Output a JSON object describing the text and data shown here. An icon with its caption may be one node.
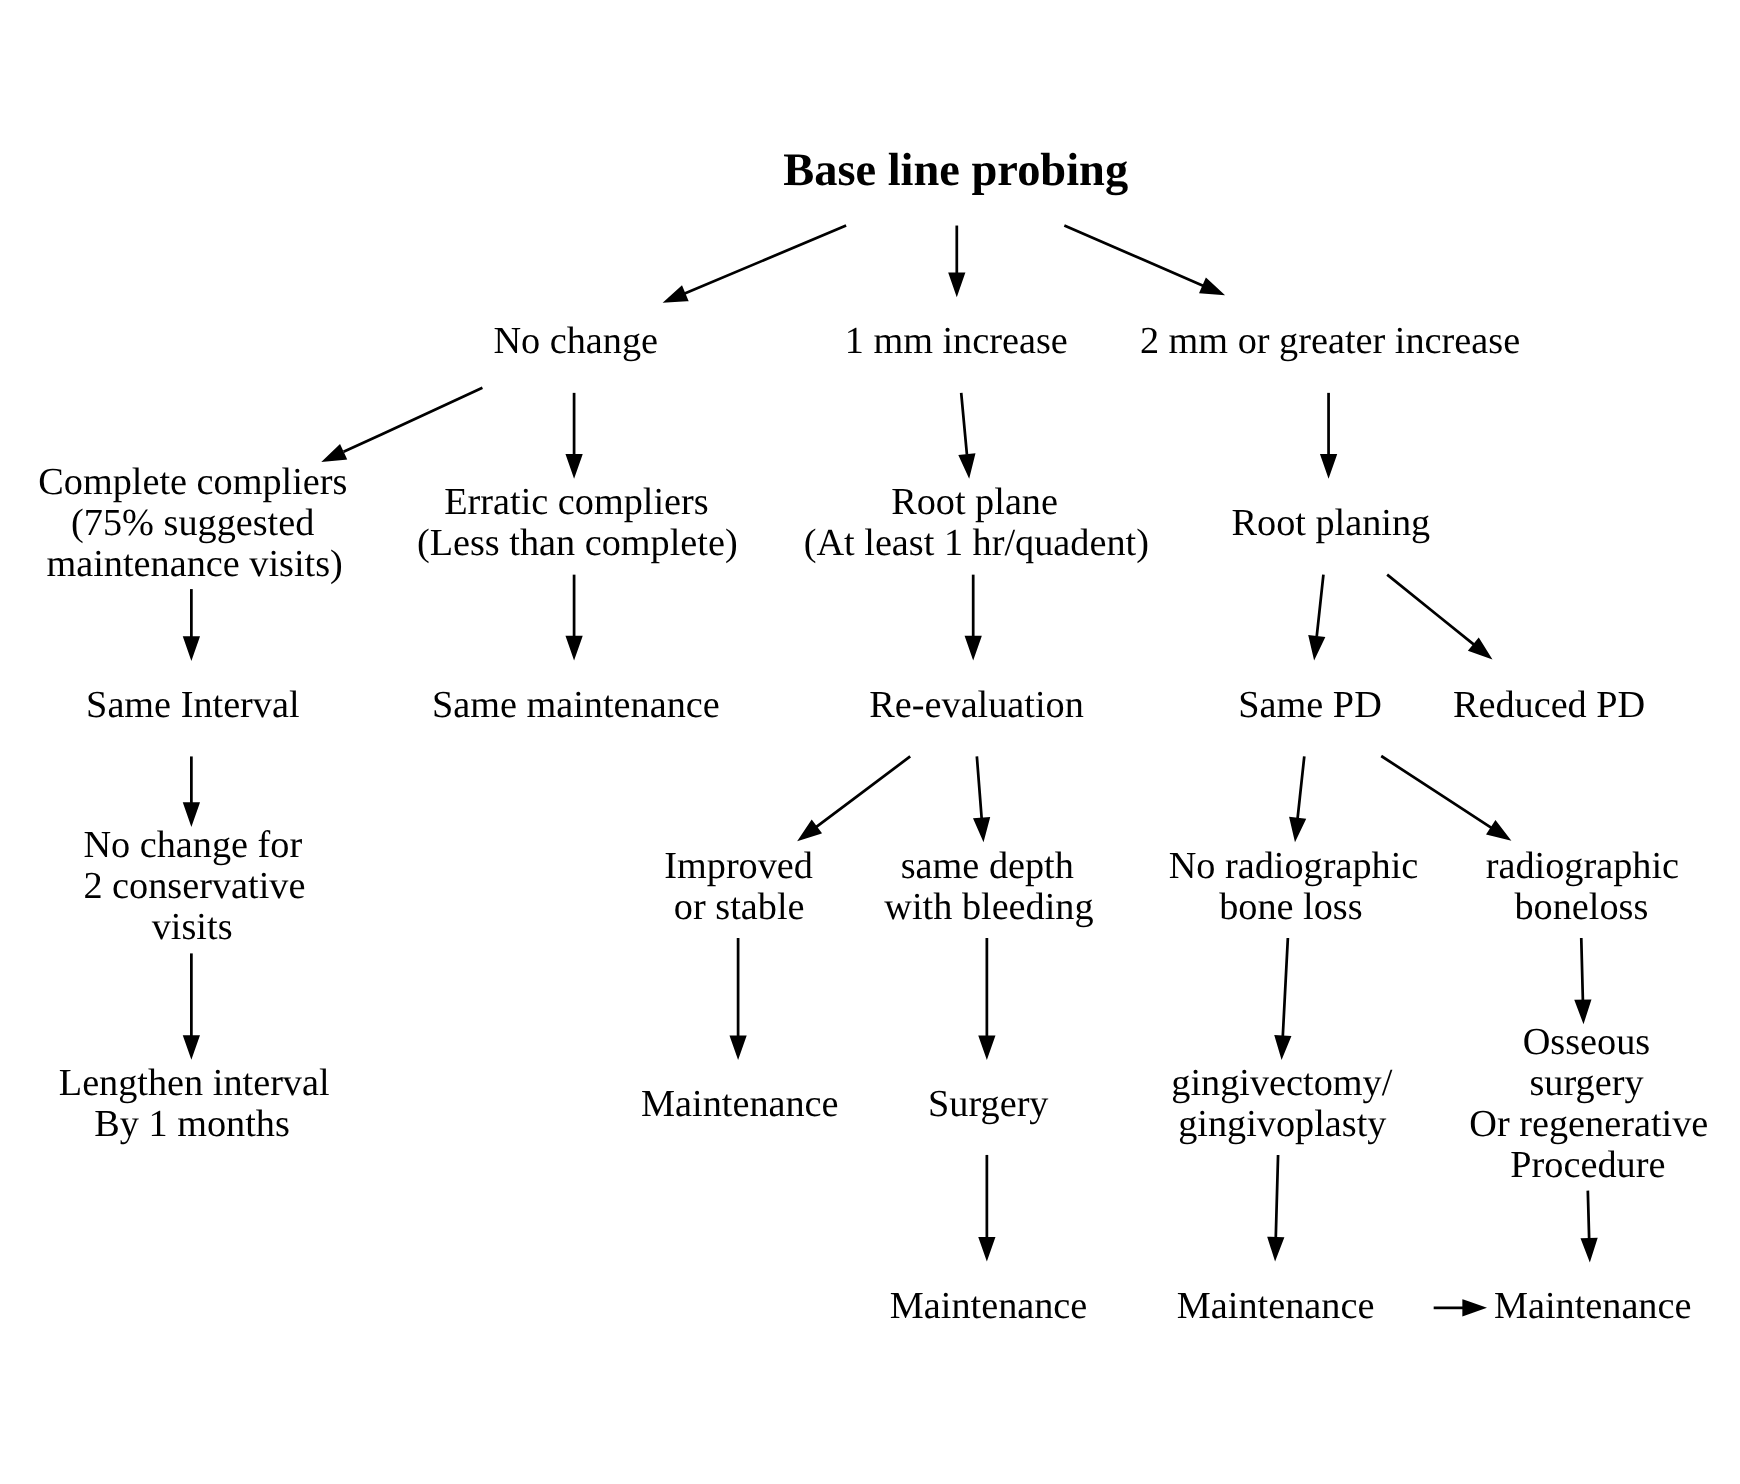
{
  "diagram": {
    "nodes": [
      {
        "text": [
          "Base line probing"
        ]
      },
      {
        "text": [
          "No change"
        ]
      },
      {
        "text": [
          "1 mm increase"
        ]
      },
      {
        "text": [
          "2 mm or greater increase"
        ]
      },
      {
        "text": [
          "Complete compliers (75% suggested maintenance visits)"
        ]
      },
      {
        "text": [
          "Erratic compliers (Less than complete)"
        ]
      },
      {
        "text": [
          "Root plane (At least 1 hr/quadent)"
        ]
      },
      {
        "text": [
          "Root planing"
        ]
      },
      {
        "text": [
          "Same PD"
        ]
      },
      {
        "text": [
          "Reduced PD"
        ]
      },
      {
        "text": [
          "Same Interval"
        ]
      },
      {
        "text": [
          "Same maintenance"
        ]
      },
      {
        "text": [
          "Re-evaluation"
        ]
      },
      {
        "text": [
          "No radiographic bone loss"
        ]
      },
      {
        "text": [
          "radiographic boneloss"
        ]
      },
      {
        "text": [
          "No change for 2 conservative visits"
        ]
      },
      {
        "text": [
          "Improved or stable"
        ]
      },
      {
        "text": [
          "same depth with bleeding"
        ]
      },
      {
        "text": [
          "Lengthen interval By 1 months"
        ]
      },
      {
        "text": [
          "Maintenance"
        ]
      },
      {
        "text": [
          "Surgery"
        ]
      },
      {
        "text": [
          "gingivectomy/ gingivoplasty"
        ]
      },
      {
        "text": [
          "Osseous surgery Or regenerative Procedure"
        ]
      },
      {
        "text": [
          "Maintenance"
        ]
      },
      {
        "text": [
          "Maintenance"
        ]
      },
      {
        "text": [
          "Maintenance"
        ]
      }
    ],
    "edges": [
      {
        "from": 0,
        "to": 1,
        "arrow": "to"
      },
      {
        "from": 0,
        "to": 2,
        "arrow": "to"
      },
      {
        "from": 0,
        "to": 3,
        "arrow": "to"
      },
      {
        "from": 1,
        "to": 4,
        "arrow": "to"
      },
      {
        "from": 1,
        "to": 5,
        "arrow": "to"
      },
      {
        "from": 2,
        "to": 6,
        "arrow": "to"
      },
      {
        "from": 3,
        "to": 7,
        "arrow": "to"
      },
      {
        "from": 7,
        "to": 8,
        "arrow": "to"
      },
      {
        "from": 7,
        "to": 9,
        "arrow": "to"
      },
      {
        "from": 4,
        "to": 10,
        "arrow": "to"
      },
      {
        "from": 5,
        "to": 11,
        "arrow": "to"
      },
      {
        "from": 6,
        "to": 12,
        "arrow": "to"
      },
      {
        "from": 8,
        "to": 13,
        "arrow": "to"
      },
      {
        "from": 8,
        "to": 14,
        "arrow": "to"
      },
      {
        "from": 10,
        "to": 15,
        "arrow": "to"
      },
      {
        "from": 12,
        "to": 16,
        "arrow": "to"
      },
      {
        "from": 12,
        "to": 17,
        "arrow": "to"
      },
      {
        "from": 15,
        "to": 18,
        "arrow": "to"
      },
      {
        "from": 16,
        "to": 19,
        "arrow": "to"
      },
      {
        "from": 17,
        "to": 20,
        "arrow": "to"
      },
      {
        "from": 13,
        "to": 21,
        "arrow": "to"
      },
      {
        "from": 14,
        "to": 22,
        "arrow": "to"
      },
      {
        "from": 20,
        "to": 23,
        "arrow": "to"
      },
      {
        "from": 21,
        "to": 24,
        "arrow": "to"
      },
      {
        "from": 22,
        "to": 25,
        "arrow": "to"
      },
      {
        "from": null,
        "to": 25,
        "arrow": "to"
      }
    ]
  }
}
